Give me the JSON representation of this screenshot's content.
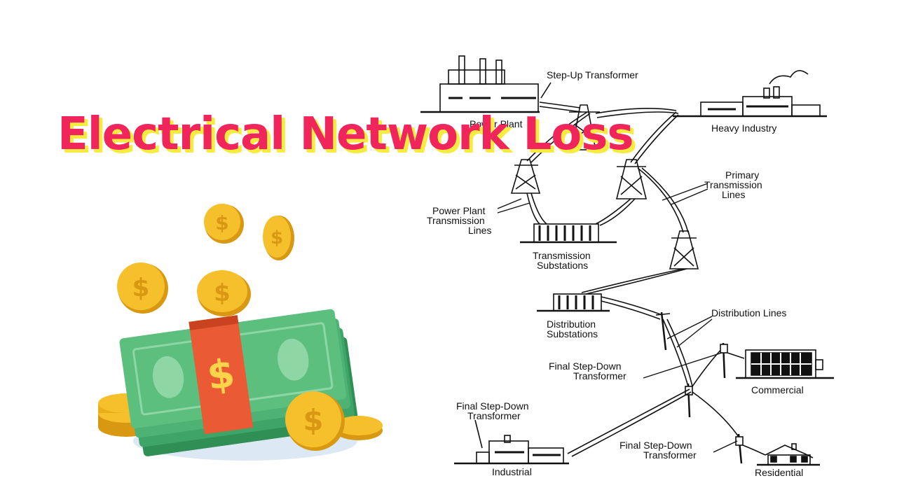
{
  "title": "Electrical Network Loss",
  "diagram": {
    "labels": {
      "step_up": "Step-Up Transformer",
      "power_plant": "Power Plant",
      "heavy_industry": "Heavy Industry",
      "primary_1": "Primary",
      "primary_2": "Transmission",
      "primary_3": "Lines",
      "pptl_1": "Power Plant",
      "pptl_2": "Transmission",
      "pptl_3": "Lines",
      "tsub_1": "Transmission",
      "tsub_2": "Substations",
      "dsub_1": "Distribution",
      "dsub_2": "Substations",
      "dist_lines": "Distribution Lines",
      "fsd_mid_1": "Final Step-Down",
      "fsd_mid_2": "Transformer",
      "commercial": "Commercial",
      "fsd_left_1": "Final Step-Down",
      "fsd_left_2": "Transformer",
      "fsd_right_1": "Final Step-Down",
      "fsd_right_2": "Transformer",
      "industrial": "Industrial",
      "residential": "Residential"
    }
  },
  "money_illustration": {
    "symbol": "$",
    "colors": {
      "bill": "#5cbf7e",
      "bill_dark": "#2f8f55",
      "band": "#ea5a34",
      "coin": "#f6c02c",
      "coin_dark": "#d99812"
    }
  },
  "colors": {
    "title": "#f0255c",
    "title_shadow": "#f6ec3f"
  }
}
